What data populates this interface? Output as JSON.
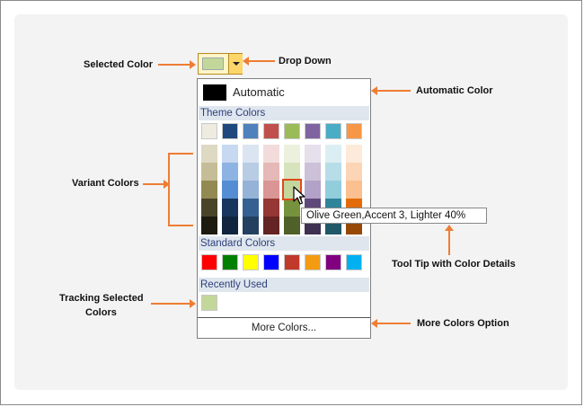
{
  "annotations": {
    "selected_color": "Selected Color",
    "drop_down": "Drop Down",
    "automatic_color": "Automatic Color",
    "variant_colors": "Variant Colors",
    "tooltip_details": "Tool Tip with Color Details",
    "tracking_line1": "Tracking Selected",
    "tracking_line2": "Colors",
    "more_colors_option": "More Colors Option"
  },
  "picker": {
    "selected_color": "#c4d79b",
    "automatic_label": "Automatic",
    "automatic_color": "#000000",
    "theme_header": "Theme Colors",
    "theme_colors": [
      "#eeece1",
      "#1f497d",
      "#4f81bd",
      "#c0504d",
      "#9bbb59",
      "#8064a2",
      "#4bacc6",
      "#f79646"
    ],
    "variants": [
      [
        "#ddd9c3",
        "#c6d9f0",
        "#dbe5f1",
        "#f2dcdb",
        "#ebf1dd",
        "#e5e0ec",
        "#dbeef3",
        "#fdeada"
      ],
      [
        "#c4bd97",
        "#8db3e2",
        "#b8cce4",
        "#e5b9b7",
        "#d7e3bc",
        "#ccc1d9",
        "#b7dde8",
        "#fbd5b5"
      ],
      [
        "#938953",
        "#548dd4",
        "#95b3d7",
        "#d99694",
        "#c3d69b",
        "#b2a2c7",
        "#92cddc",
        "#fac08f"
      ],
      [
        "#494429",
        "#17365d",
        "#366092",
        "#953734",
        "#76923c",
        "#5f497a",
        "#31859b",
        "#e36c09"
      ],
      [
        "#1d1b10",
        "#0f243e",
        "#244061",
        "#632423",
        "#4f6128",
        "#3f3151",
        "#205867",
        "#974806"
      ]
    ],
    "standard_header": "Standard Colors",
    "standard_colors": [
      "#ff0000",
      "#008000",
      "#ffff00",
      "#0000ff",
      "#c0392b",
      "#f39c12",
      "#800080",
      "#00b0f0"
    ],
    "recent_header": "Recently Used",
    "recent_colors": [
      "#c4d79b"
    ],
    "more_colors_label": "More Colors...",
    "tooltip": "Olive Green,Accent 3, Lighter 40%"
  }
}
